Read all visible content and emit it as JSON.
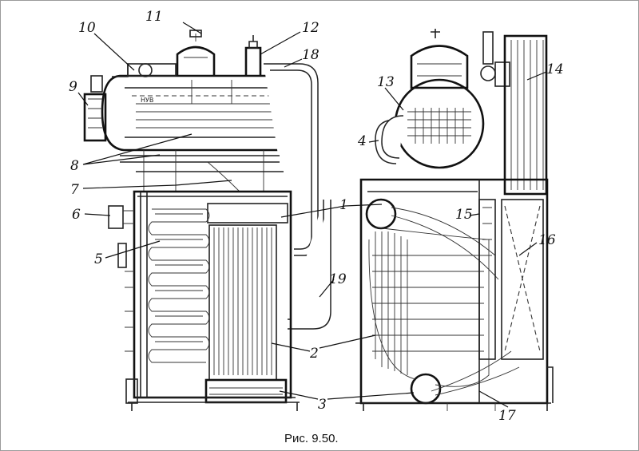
{
  "caption": "Рис. 9.50.",
  "colors": {
    "ink": "#111111",
    "paper": "#ffffff",
    "frame": "#9a9a9a"
  },
  "labels": {
    "l1": "1",
    "l2": "2",
    "l3": "3",
    "l4": "4",
    "l5": "5",
    "l6": "6",
    "l7": "7",
    "l8": "8",
    "l9": "9",
    "l10": "10",
    "l11": "11",
    "l12": "12",
    "l13": "13",
    "l14": "14",
    "l15": "15",
    "l16": "16",
    "l17": "17",
    "l18": "18",
    "l19": "19"
  },
  "small_text": {
    "marking": "НУВ"
  }
}
